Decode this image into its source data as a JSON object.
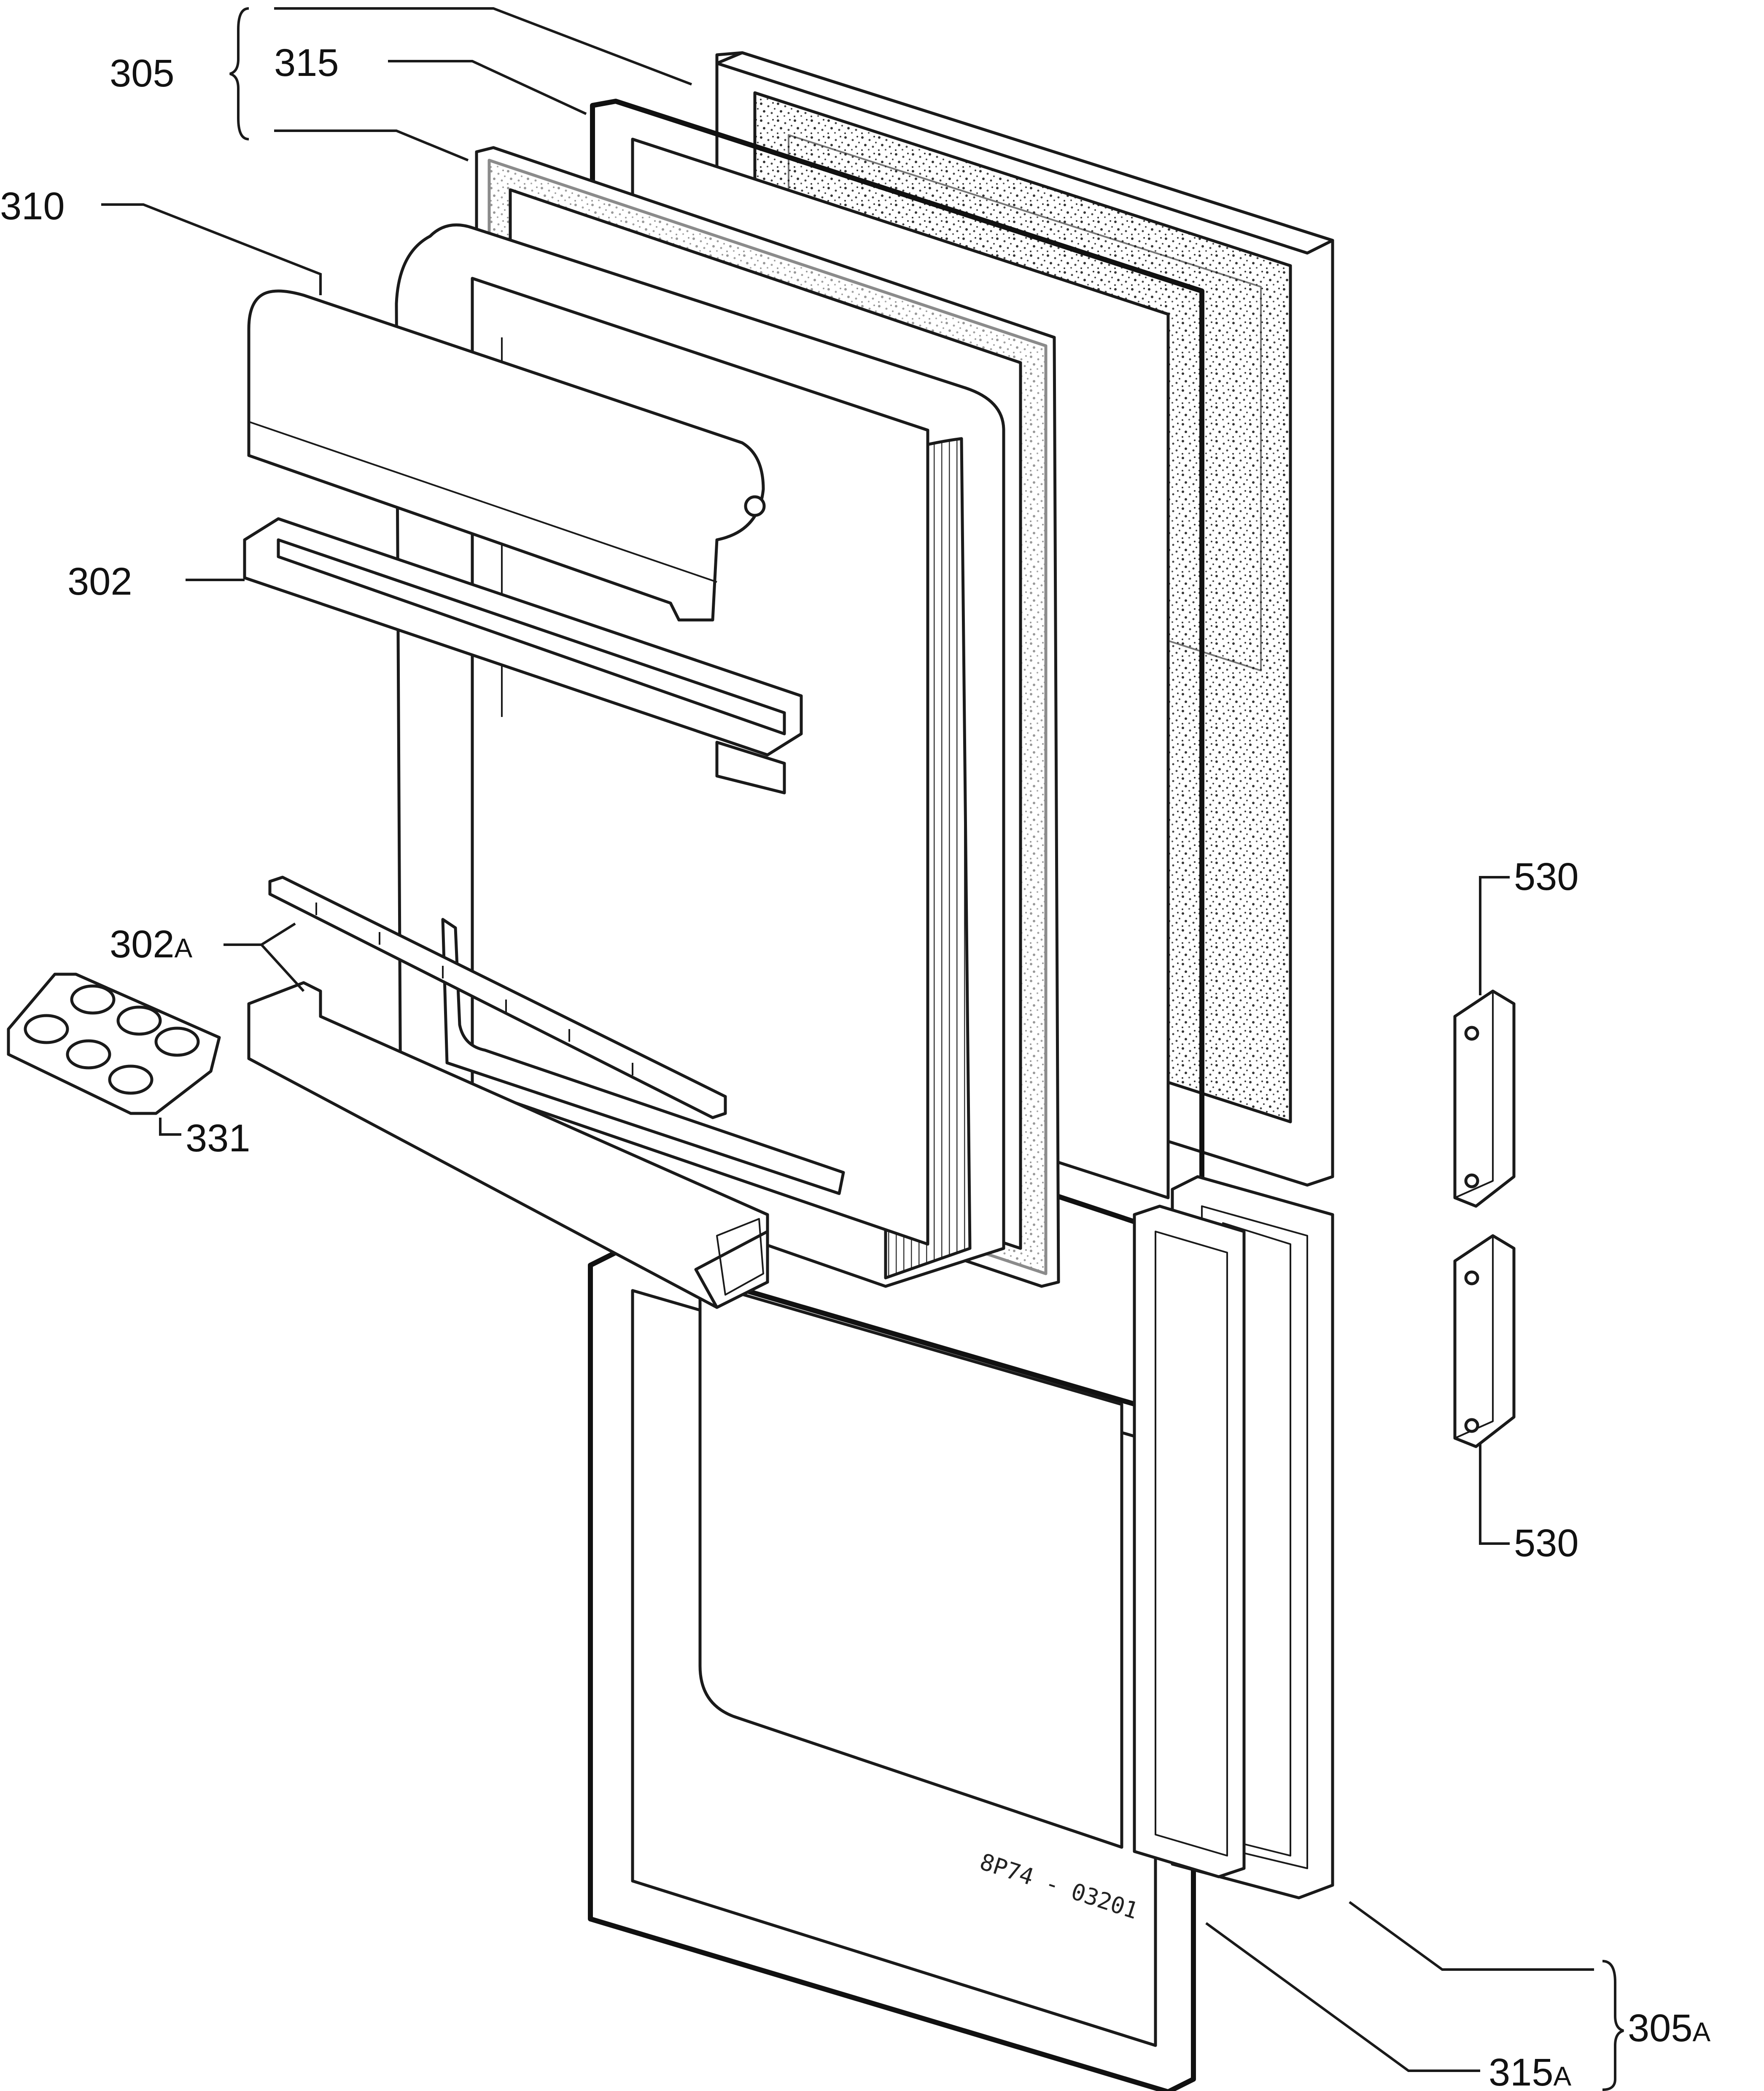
{
  "labels": {
    "l305": "305",
    "l315": "315",
    "l310": "310",
    "l302": "302",
    "l302a": "302",
    "l302a_suffix": "A",
    "l331": "331",
    "l530_top": "530",
    "l530_bottom": "530",
    "l305a": "305",
    "l305a_suffix": "A",
    "l315a": "315",
    "l315a_suffix": "A"
  },
  "drawing_code": "8P74 - 03201"
}
